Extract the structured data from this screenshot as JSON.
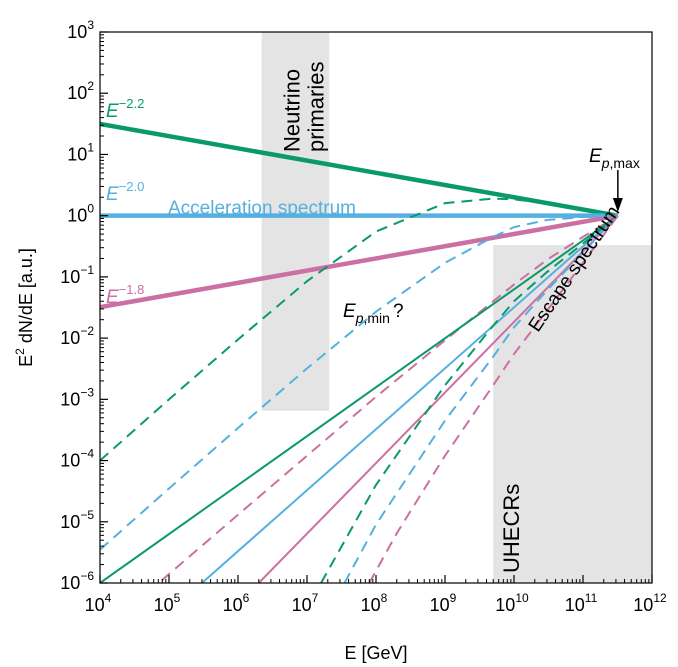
{
  "chart_data": {
    "type": "line",
    "xlabel": "E [GeV]",
    "ylabel_parts": {
      "base": "E",
      "sup": "2",
      "rest": " dN/dE [a.u.]"
    },
    "x_log": true,
    "y_log": true,
    "xlim": [
      10000,
      1000000000000
    ],
    "ylim": [
      1e-06,
      1000
    ],
    "x_ticks": [
      {
        "base": "10",
        "exp": "4"
      },
      {
        "base": "10",
        "exp": "5"
      },
      {
        "base": "10",
        "exp": "6"
      },
      {
        "base": "10",
        "exp": "7"
      },
      {
        "base": "10",
        "exp": "8"
      },
      {
        "base": "10",
        "exp": "9"
      },
      {
        "base": "10",
        "exp": "10"
      },
      {
        "base": "10",
        "exp": "11"
      },
      {
        "base": "10",
        "exp": "12"
      }
    ],
    "y_ticks": [
      {
        "base": "10",
        "exp": "−6"
      },
      {
        "base": "10",
        "exp": "−5"
      },
      {
        "base": "10",
        "exp": "−4"
      },
      {
        "base": "10",
        "exp": "−3"
      },
      {
        "base": "10",
        "exp": "−2"
      },
      {
        "base": "10",
        "exp": "−1"
      },
      {
        "base": "10",
        "exp": "0"
      },
      {
        "base": "10",
        "exp": "1"
      },
      {
        "base": "10",
        "exp": "2"
      },
      {
        "base": "10",
        "exp": "3"
      }
    ],
    "colors": {
      "green": "#0a9a6a",
      "blue": "#55b0e0",
      "pink": "#cc6fa4",
      "band": "#e4e4e4"
    },
    "bands": [
      {
        "label_lines": [
          "Neutrino",
          "primaries"
        ],
        "x": [
          2200000,
          21000000
        ],
        "y": [
          0.00065,
          1000
        ]
      },
      {
        "label_lines": [
          "UHECRs"
        ],
        "x": [
          5000000000,
          1000000000000
        ],
        "y": [
          1e-06,
          0.33
        ]
      }
    ],
    "series": [
      {
        "color": "green",
        "style": "thick",
        "x": [
          10000,
          320000000000
        ],
        "y": [
          31.5,
          1.0
        ]
      },
      {
        "color": "blue",
        "style": "thick",
        "x": [
          10000,
          320000000000
        ],
        "y": [
          1.0,
          1.0
        ]
      },
      {
        "color": "pink",
        "style": "thick",
        "x": [
          10000,
          320000000000
        ],
        "y": [
          0.032,
          1.0
        ]
      },
      {
        "color": "green",
        "style": "dashed",
        "x": [
          10000,
          100000,
          1000000,
          10000000,
          100000000,
          1000000000,
          5000000000,
          10000000000,
          30000000000,
          100000000000,
          320000000000
        ],
        "y": [
          0.0001,
          0.001,
          0.0095,
          0.085,
          0.55,
          1.6,
          1.9,
          1.85,
          1.6,
          1.3,
          1.0
        ]
      },
      {
        "color": "blue",
        "style": "dashed",
        "x": [
          10000,
          100000,
          1000000,
          10000000,
          100000000,
          1000000000,
          5000000000,
          10000000000,
          30000000000,
          100000000000,
          320000000000
        ],
        "y": [
          3.5e-06,
          3.5e-05,
          0.00034,
          0.0032,
          0.027,
          0.17,
          0.45,
          0.65,
          0.85,
          0.95,
          1.0
        ]
      },
      {
        "color": "pink",
        "style": "dashed",
        "x": [
          50000,
          100000,
          1000000,
          10000000,
          100000000,
          1000000000,
          5000000000,
          10000000000,
          30000000000,
          100000000000,
          320000000000
        ],
        "y": [
          7e-07,
          1.4e-06,
          1.3e-05,
          0.00012,
          0.0011,
          0.0092,
          0.04,
          0.075,
          0.19,
          0.45,
          1.0
        ]
      },
      {
        "color": "green",
        "style": "thin",
        "x": [
          10000,
          320000000000
        ],
        "y": [
          1e-06,
          1.0
        ]
      },
      {
        "color": "blue",
        "style": "thin",
        "x": [
          300000,
          320000000000
        ],
        "y": [
          1e-06,
          1.0
        ]
      },
      {
        "color": "pink",
        "style": "thin",
        "x": [
          2000000,
          320000000000
        ],
        "y": [
          1e-06,
          1.0
        ]
      },
      {
        "color": "green",
        "style": "dashed",
        "x": [
          16000000,
          100000000,
          1000000000,
          5000000000,
          10000000000,
          30000000000,
          100000000000,
          320000000000
        ],
        "y": [
          1e-06,
          4e-05,
          0.0017,
          0.016,
          0.04,
          0.12,
          0.35,
          1.0
        ]
      },
      {
        "color": "blue",
        "style": "dashed",
        "x": [
          35000000,
          100000000,
          1000000000,
          5000000000,
          10000000000,
          30000000000,
          100000000000,
          320000000000
        ],
        "y": [
          1e-06,
          9e-06,
          0.00045,
          0.005,
          0.015,
          0.06,
          0.25,
          1.0
        ]
      },
      {
        "color": "pink",
        "style": "dashed",
        "x": [
          80000000,
          200000000,
          1000000000,
          5000000000,
          10000000000,
          30000000000,
          100000000000,
          320000000000
        ],
        "y": [
          1e-06,
          6.5e-06,
          0.00012,
          0.0017,
          0.0055,
          0.028,
          0.17,
          1.0
        ]
      }
    ],
    "annotations": {
      "green_power": {
        "base": "E",
        "sup": "−2.2",
        "color": "green"
      },
      "blue_power": {
        "base": "E",
        "sup": "−2.0",
        "color": "blue"
      },
      "pink_power": {
        "base": "E",
        "sup": "−1.8",
        "color": "pink"
      },
      "acceleration": {
        "text": "Acceleration spectrum",
        "color": "blue"
      },
      "escape": {
        "text": "Escape spectrum",
        "color": "black"
      },
      "ep_max": {
        "base": "E",
        "sub_italic": "p",
        "sub_rest": ",max"
      },
      "ep_min": {
        "base": "E",
        "sub_italic": "p",
        "sub_rest": ",min",
        "suffix": "?"
      }
    }
  }
}
